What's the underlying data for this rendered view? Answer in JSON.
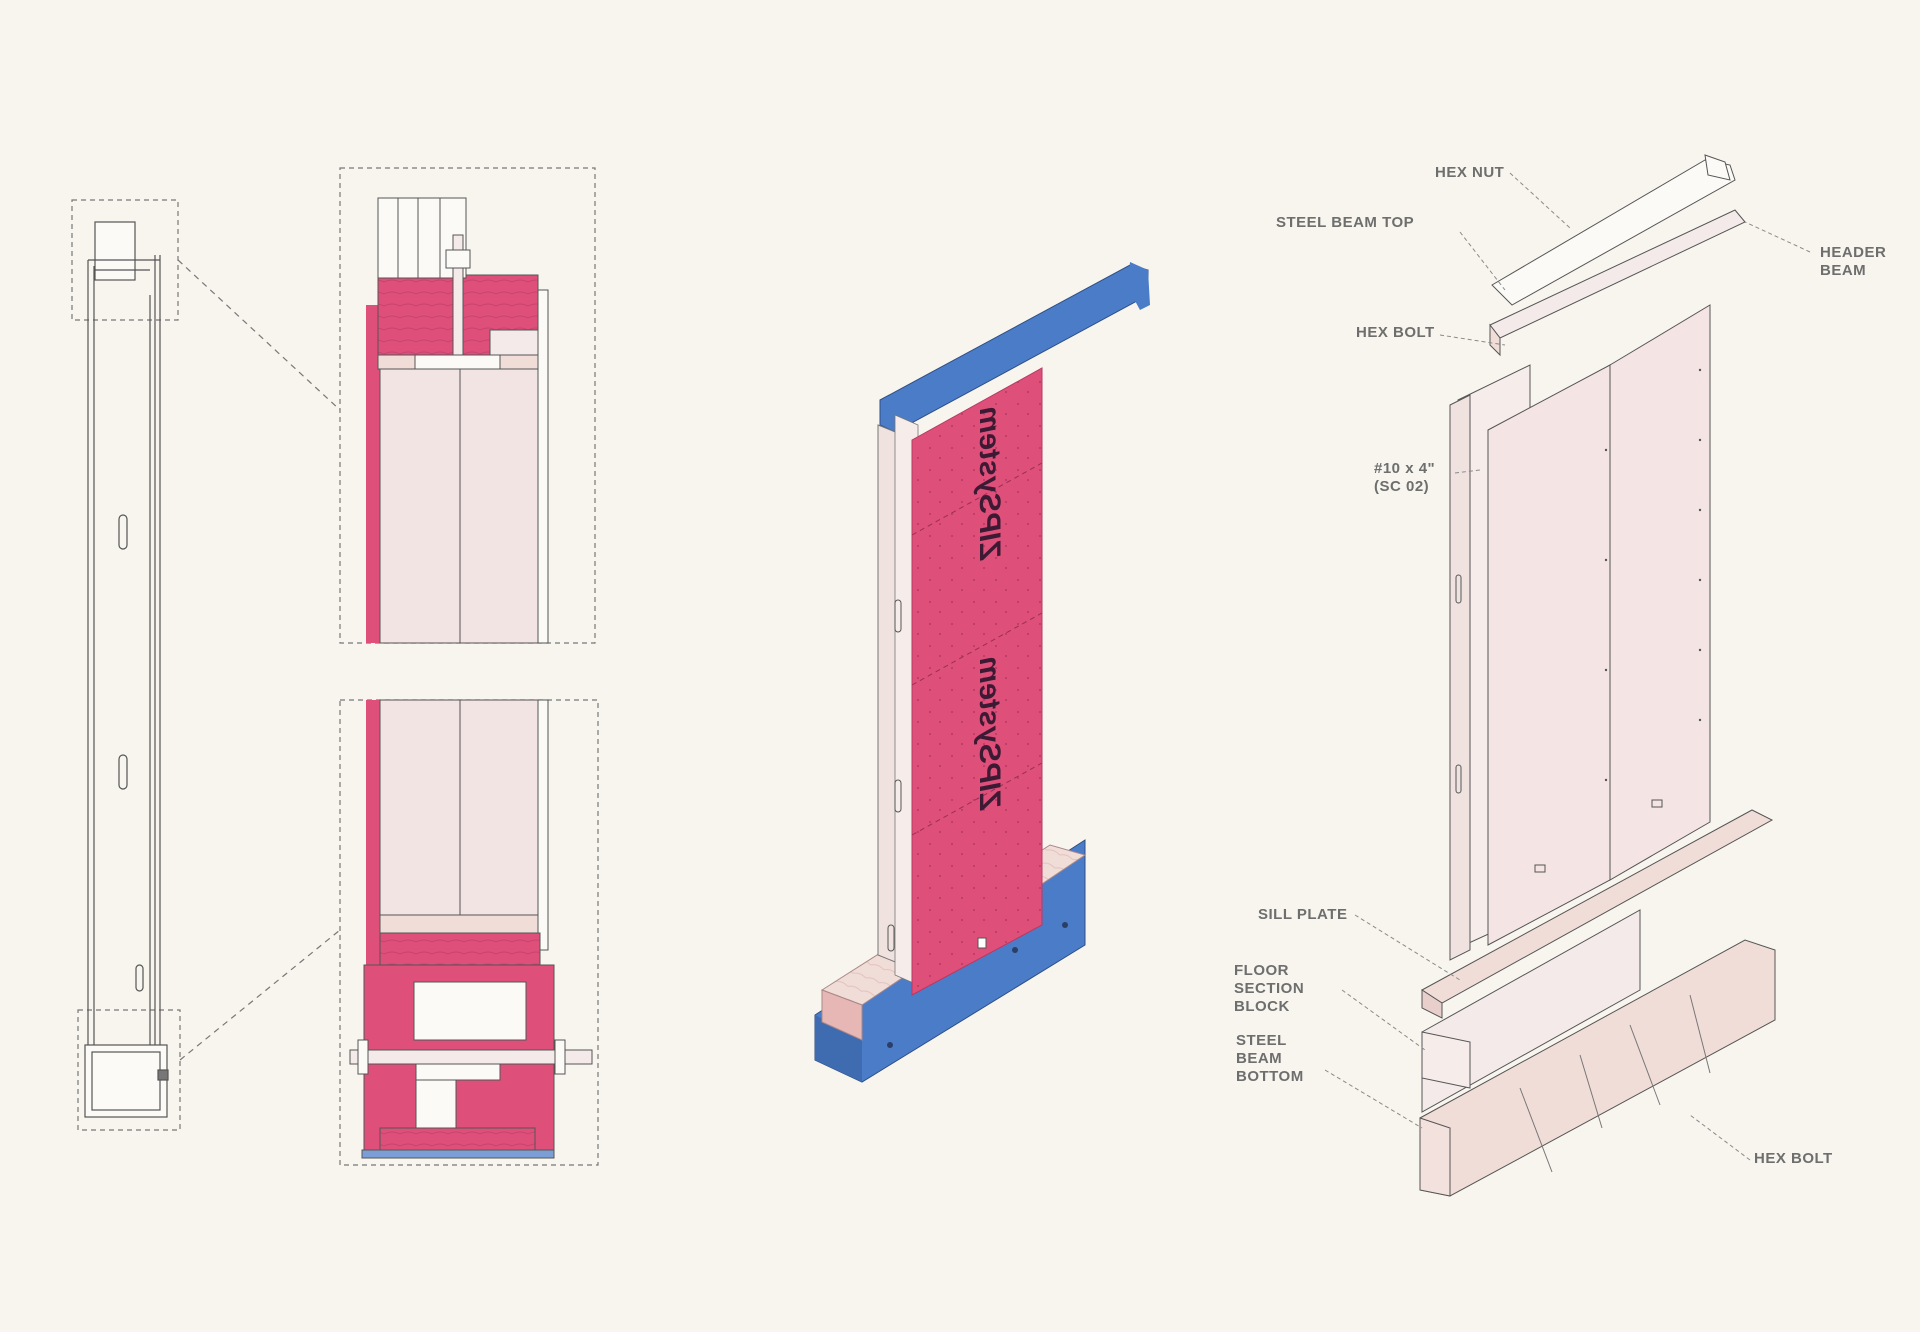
{
  "colors": {
    "background": "#f7f5ee",
    "linework": "#555555",
    "sheathing_pink": "#de4f7a",
    "steel_blue": "#4b7cc8",
    "wood_light": "#f1ddd8",
    "panel_fill": "#f3e4e4",
    "label_gray": "#6e6e6e"
  },
  "sheathing_brand": "ZIPSystem",
  "labels": {
    "hex_nut": "HEX NUT",
    "steel_beam_top": "STEEL BEAM TOP",
    "header_beam": "HEADER\nBEAM",
    "hex_bolt_top": "HEX BOLT",
    "screw_spec": "#10 x 4\"\n(SC 02)",
    "sill_plate": "SILL PLATE",
    "floor_section_block": "FLOOR\nSECTION\nBLOCK",
    "steel_beam_bottom": "STEEL\nBEAM\nBOTTOM",
    "hex_bolt_bottom": "HEX BOLT"
  }
}
